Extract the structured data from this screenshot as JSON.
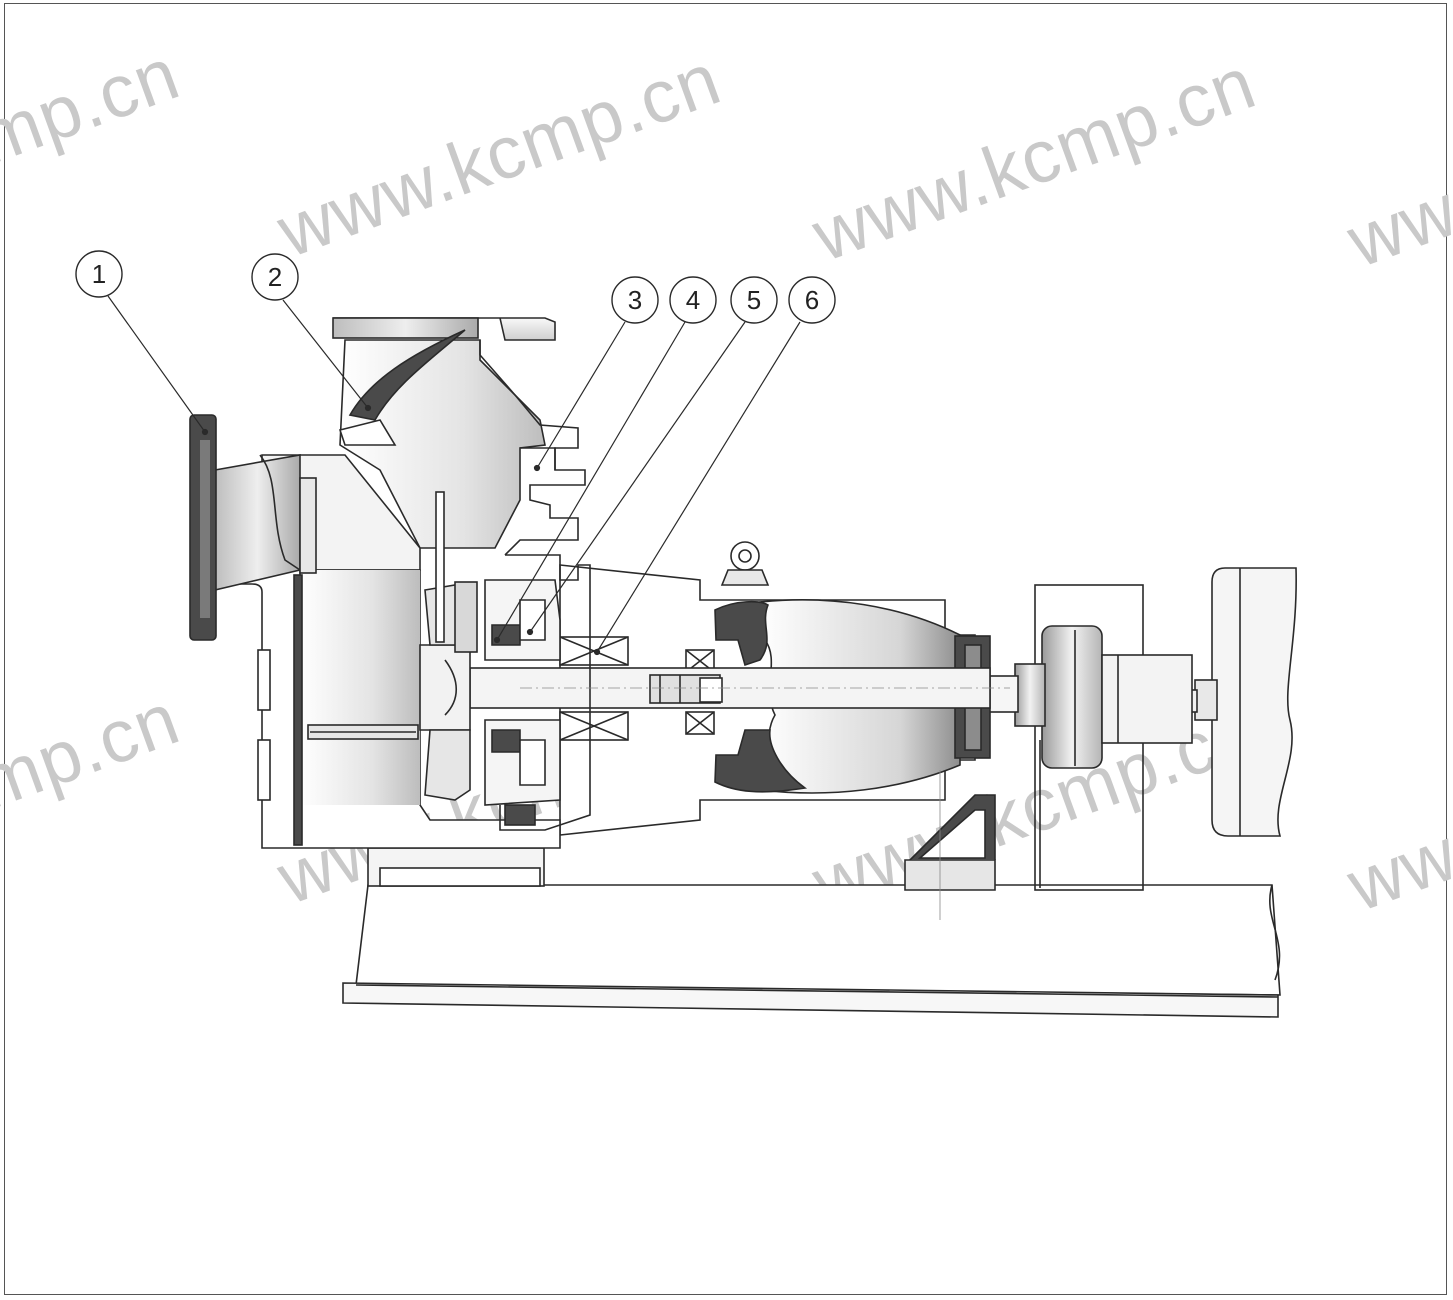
{
  "watermark": {
    "text_full": "www.kcmp.cn",
    "text_partial_left": "mp.cn",
    "text_partial_right": "ww"
  },
  "callouts": [
    {
      "id": 1,
      "label": "1"
    },
    {
      "id": 2,
      "label": "2"
    },
    {
      "id": 3,
      "label": "3"
    },
    {
      "id": 4,
      "label": "4"
    },
    {
      "id": 5,
      "label": "5"
    },
    {
      "id": 6,
      "label": "6"
    }
  ],
  "colors": {
    "line": "#2a2a2a",
    "dark_part": "#4a4a4a",
    "light_fill": "#f2f2f2",
    "mid_fill": "#d8d8d8",
    "watermark": "#c9c9c9"
  }
}
